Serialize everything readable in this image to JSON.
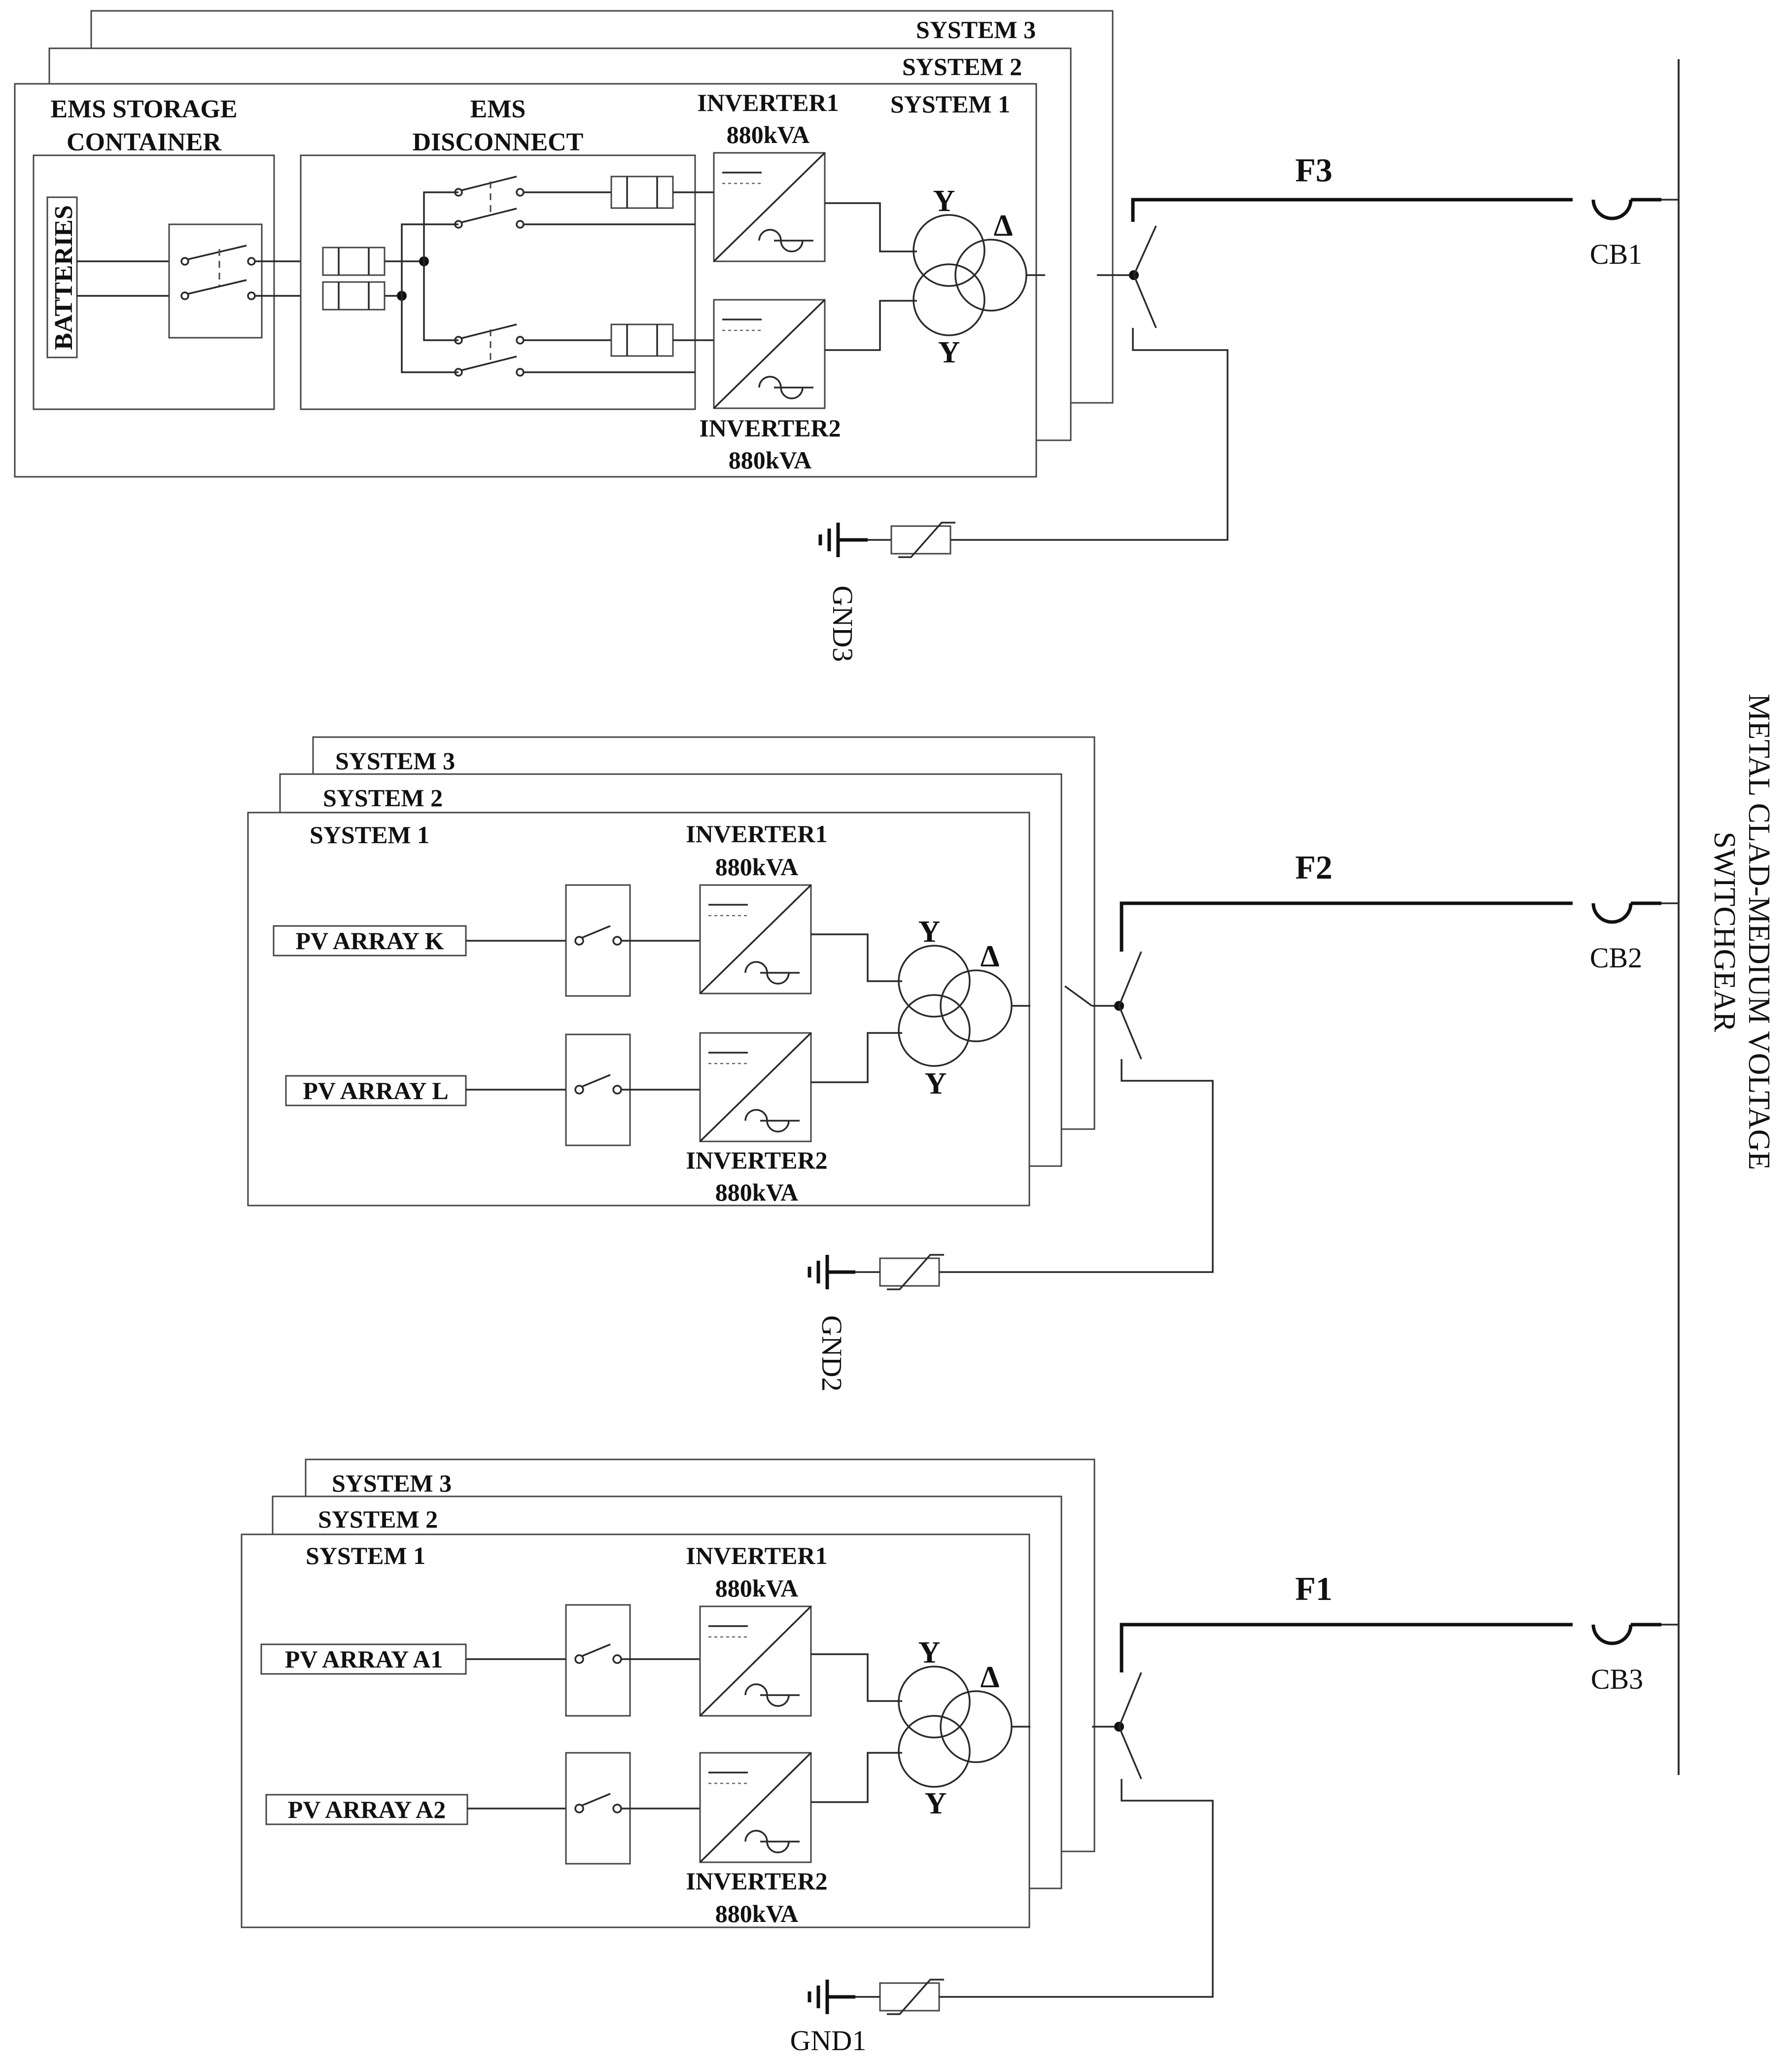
{
  "feeders": {
    "f3": {
      "feeder_label": "F3",
      "breaker_label": "CB1",
      "ground_label": "GND3",
      "system_labels": [
        "SYSTEM 3",
        "SYSTEM 2",
        "SYSTEM 1"
      ],
      "storage_container_label": [
        "EMS STORAGE",
        "CONTAINER"
      ],
      "disconnect_label": [
        "EMS",
        "DISCONNECT"
      ],
      "batteries_label": "BATTERIES",
      "inverter1": [
        "INVERTER1",
        "880kVA"
      ],
      "inverter2": [
        "INVERTER2",
        "880kVA"
      ],
      "wye": "Y",
      "delta": "Δ"
    },
    "f2": {
      "feeder_label": "F2",
      "breaker_label": "CB2",
      "ground_label": "GND2",
      "system_labels": [
        "SYSTEM 3",
        "SYSTEM 2",
        "SYSTEM 1"
      ],
      "array_top": "PV ARRAY K",
      "array_bottom": "PV ARRAY L",
      "inverter1": [
        "INVERTER1",
        "880kVA"
      ],
      "inverter2": [
        "INVERTER2",
        "880kVA"
      ],
      "wye": "Y",
      "delta": "Δ"
    },
    "f1": {
      "feeder_label": "F1",
      "breaker_label": "CB3",
      "ground_label": "GND1",
      "system_labels": [
        "SYSTEM 3",
        "SYSTEM 2",
        "SYSTEM 1"
      ],
      "array_top": "PV ARRAY A1",
      "array_bottom": "PV ARRAY A2",
      "inverter1": [
        "INVERTER1",
        "880kVA"
      ],
      "inverter2": [
        "INVERTER2",
        "880kVA"
      ],
      "wye": "Y",
      "delta": "Δ"
    }
  },
  "switchgear_label": [
    "METAL CLAD-MEDIUM VOLTAGE",
    "SWITCHGEAR"
  ]
}
